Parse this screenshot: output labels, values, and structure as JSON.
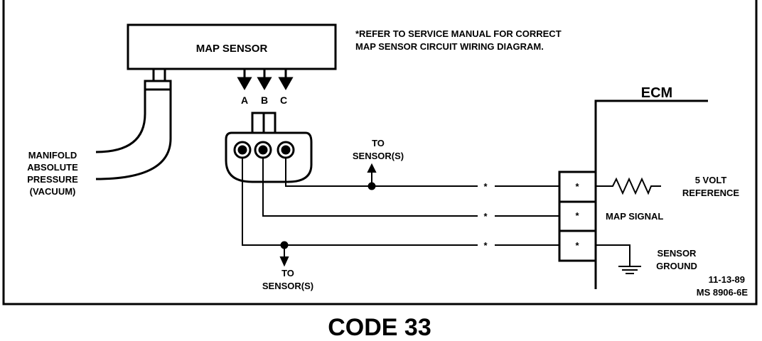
{
  "map_sensor": {
    "title": "MAP SENSOR",
    "pins": [
      "A",
      "B",
      "C"
    ]
  },
  "note": {
    "line1": "*REFER TO SERVICE MANUAL FOR CORRECT",
    "line2": "MAP SENSOR CIRCUIT WIRING DIAGRAM."
  },
  "manifold": {
    "line1": "MANIFOLD",
    "line2": "ABSOLUTE",
    "line3": "PRESSURE",
    "line4": "(VACUUM)"
  },
  "to_sensors_top": {
    "line1": "TO",
    "line2": "SENSOR(S)"
  },
  "to_sensors_bottom": {
    "line1": "TO",
    "line2": "SENSOR(S)"
  },
  "wire_marks": [
    "*",
    "*",
    "*"
  ],
  "ecm": {
    "title": "ECM",
    "terminal_marks": [
      "*",
      "*",
      "*"
    ],
    "five_volt": {
      "line1": "5 VOLT",
      "line2": "REFERENCE"
    },
    "map_signal": "MAP SIGNAL",
    "sensor_ground": {
      "line1": "SENSOR",
      "line2": "GROUND"
    }
  },
  "footer": {
    "date": "11-13-89",
    "code_ref": "MS 8906-6E",
    "caption": "CODE 33"
  }
}
